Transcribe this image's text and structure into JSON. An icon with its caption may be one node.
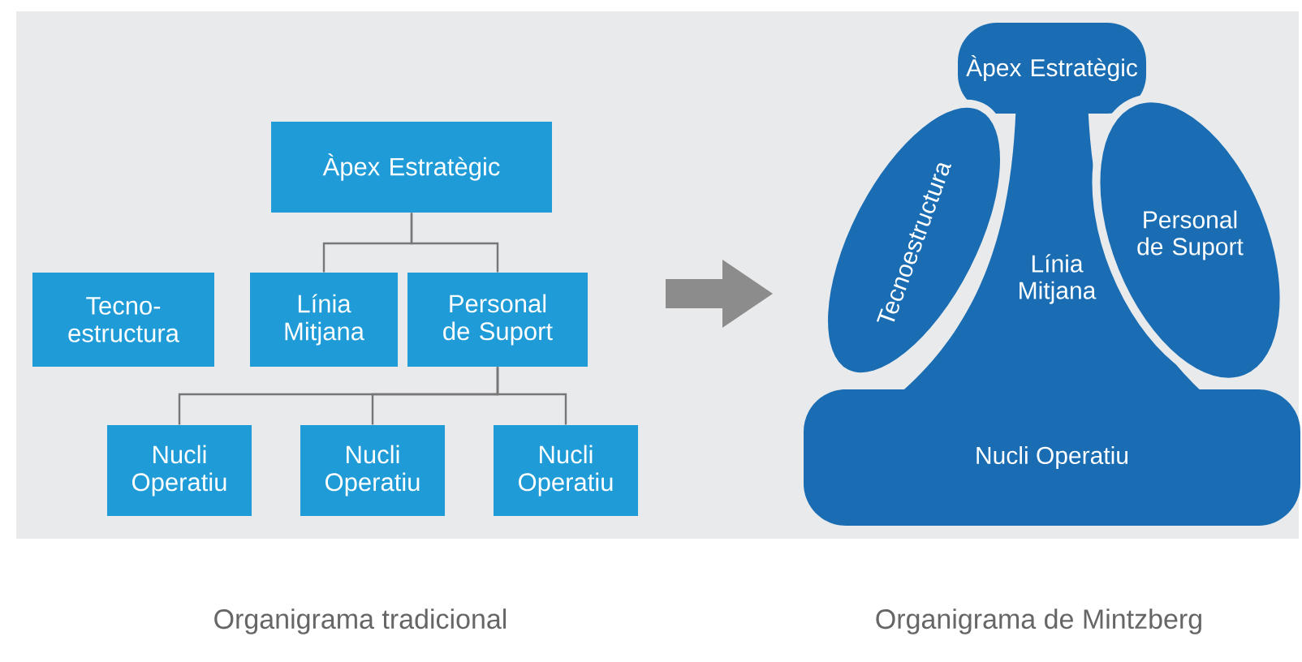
{
  "diagram": {
    "nodes": [
      {
        "text": [
          "Àpex Estratègic"
        ]
      },
      {
        "text": [
          "Tecno- estructura"
        ]
      },
      {
        "text": [
          "Línia Mitjana"
        ]
      },
      {
        "text": [
          "Personal de Suport"
        ]
      },
      {
        "text": [
          "Nucli Operatiu"
        ]
      },
      {
        "text": [
          "Nucli Operatiu"
        ]
      },
      {
        "text": [
          "Nucli Operatiu"
        ]
      },
      {
        "text": [
          "Àpex Estratègic"
        ]
      },
      {
        "text": [
          "Tecnoestructura"
        ]
      },
      {
        "text": [
          "Línia Mitjana"
        ]
      },
      {
        "text": [
          "Personal de Suport"
        ]
      },
      {
        "text": [
          "Nucli Operatiu"
        ]
      }
    ],
    "edges": [
      {
        "from": 0,
        "to": 2,
        "arrow": "none"
      },
      {
        "from": 0,
        "to": 3,
        "arrow": "none"
      },
      {
        "from": 3,
        "to": 4,
        "arrow": "none"
      },
      {
        "from": 3,
        "to": 5,
        "arrow": "none"
      },
      {
        "from": 3,
        "to": 6,
        "arrow": "none"
      }
    ],
    "labels": [
      "Organigrama tradicional",
      "Organigrama de Mintzberg"
    ]
  }
}
